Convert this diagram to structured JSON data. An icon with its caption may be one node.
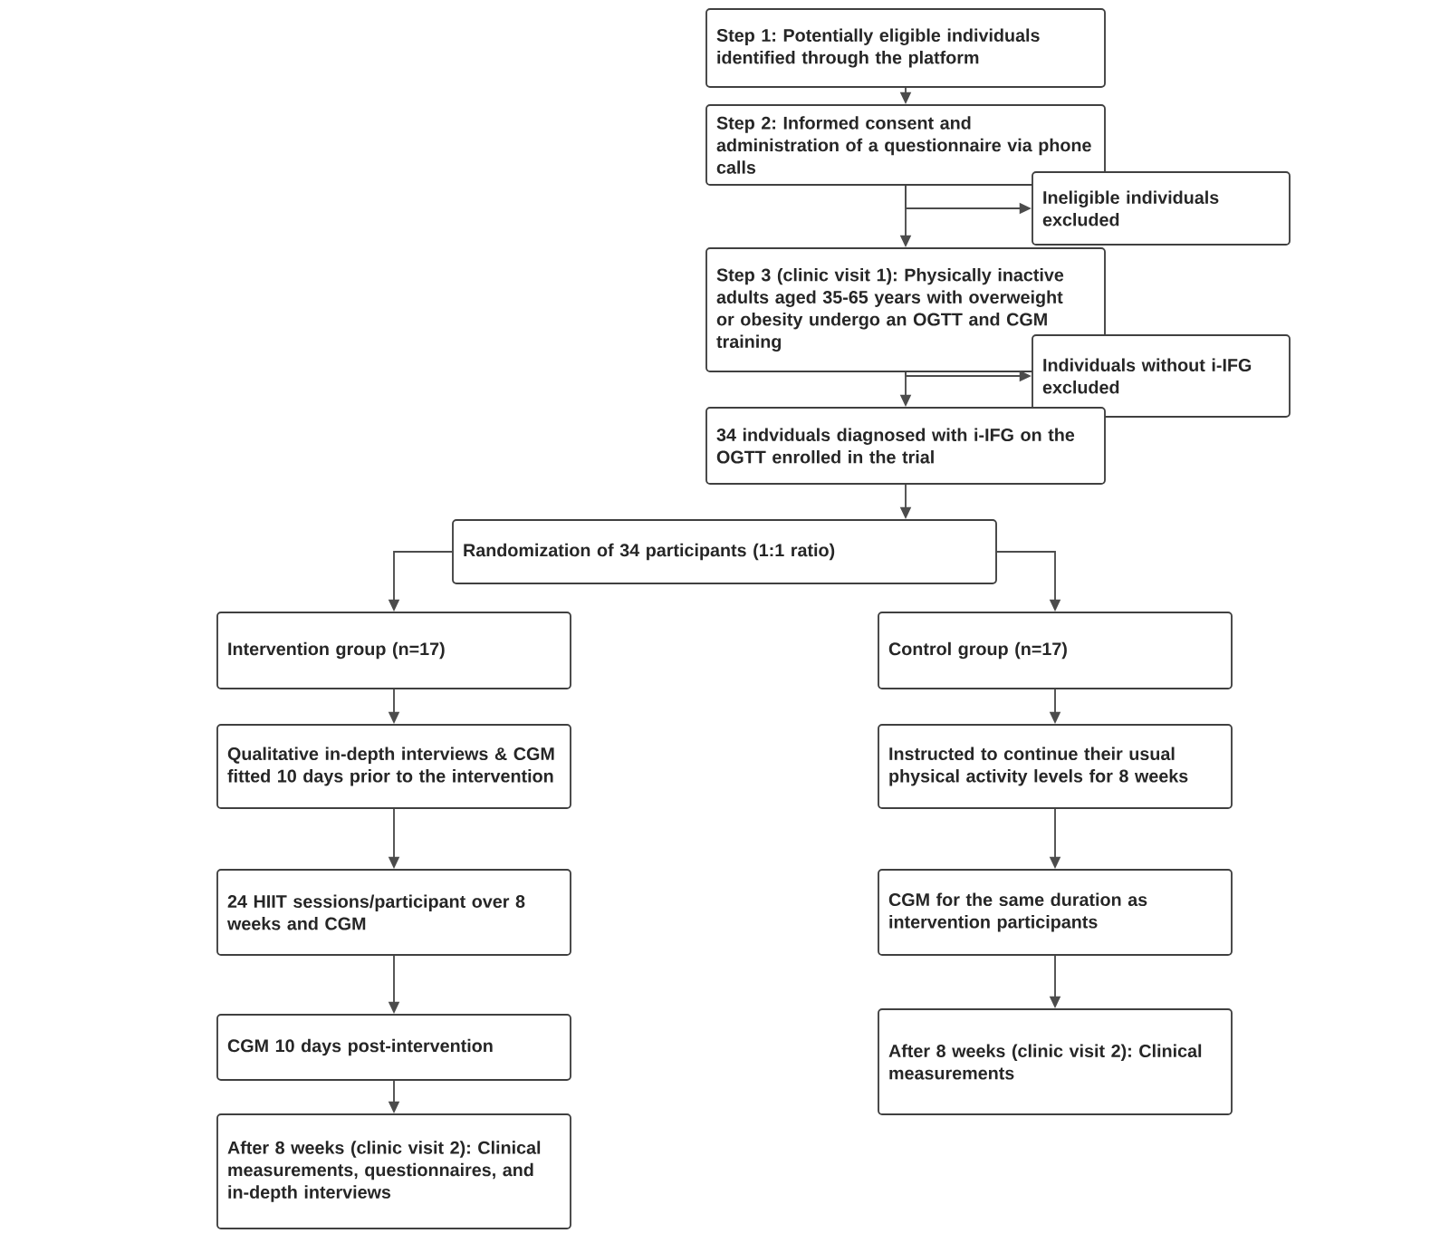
{
  "diagram": {
    "nodes": [
      {
        "text": [
          "Step 1: Potentially eligible individuals identified through the platform"
        ]
      },
      {
        "text": [
          "Step 2: Informed consent and administration of a questionnaire via phone calls"
        ]
      },
      {
        "text": [
          "Ineligible individuals excluded"
        ]
      },
      {
        "text": [
          "Step 3 (clinic visit 1): Physically inactive adults aged 35-65 years with overweight or obesity undergo an OGTT and CGM training"
        ]
      },
      {
        "text": [
          "Individuals without i-IFG excluded"
        ]
      },
      {
        "text": [
          "34 indviduals diagnosed with i-IFG on the OGTT enrolled in the trial"
        ]
      },
      {
        "text": [
          "Randomization of 34 participants (1:1 ratio)"
        ]
      },
      {
        "text": [
          "Intervention group (n=17)"
        ]
      },
      {
        "text": [
          "Control group (n=17)"
        ]
      },
      {
        "text": [
          "Qualitative in-depth interviews & CGM fitted 10 days prior to the intervention"
        ]
      },
      {
        "text": [
          "Instructed to continue their usual physical activity levels for 8 weeks"
        ]
      },
      {
        "text": [
          "24 HIIT sessions/participant over 8 weeks and CGM"
        ]
      },
      {
        "text": [
          "CGM for the same duration as intervention participants"
        ]
      },
      {
        "text": [
          "CGM 10 days post-intervention"
        ]
      },
      {
        "text": [
          "After 8 weeks (clinic visit 2): Clinical measurements"
        ]
      },
      {
        "text": [
          "After 8 weeks (clinic visit 2): Clinical measurements, questionnaires, and in-depth interviews"
        ]
      }
    ],
    "edges": [
      {
        "from": 0,
        "to": 1,
        "arrow": "to"
      },
      {
        "from": 1,
        "to": 3,
        "arrow": "to"
      },
      {
        "from": 1,
        "to": 2,
        "arrow": "to"
      },
      {
        "from": 3,
        "to": 5,
        "arrow": "to"
      },
      {
        "from": 3,
        "to": 4,
        "arrow": "to"
      },
      {
        "from": 5,
        "to": 6,
        "arrow": "to"
      },
      {
        "from": 6,
        "to": 7,
        "arrow": "to"
      },
      {
        "from": 6,
        "to": 8,
        "arrow": "to"
      },
      {
        "from": 7,
        "to": 9,
        "arrow": "to"
      },
      {
        "from": 9,
        "to": 11,
        "arrow": "to"
      },
      {
        "from": 11,
        "to": 13,
        "arrow": "to"
      },
      {
        "from": 13,
        "to": 15,
        "arrow": "to"
      },
      {
        "from": 8,
        "to": 10,
        "arrow": "to"
      },
      {
        "from": 10,
        "to": 12,
        "arrow": "to"
      },
      {
        "from": 12,
        "to": 14,
        "arrow": "to"
      }
    ]
  }
}
